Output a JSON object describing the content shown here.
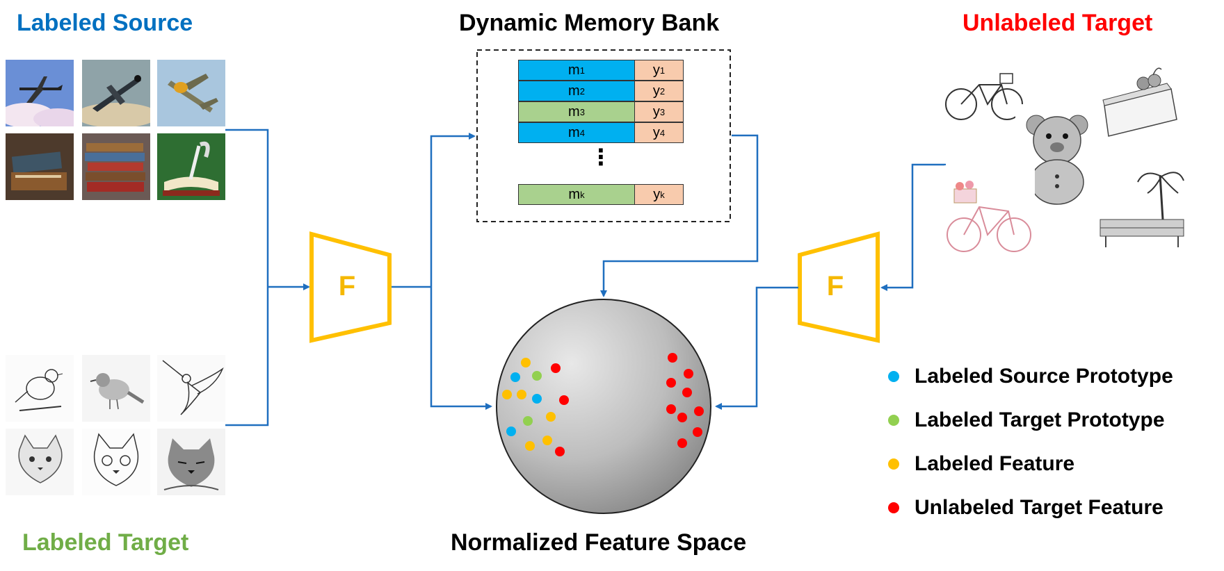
{
  "titles": {
    "labeled_source": "Labeled Source",
    "labeled_target": "Labeled Target",
    "memory_bank": "Dynamic Memory Bank",
    "unlabeled_target": "Unlabeled Target",
    "feature_space": "Normalized Feature Space"
  },
  "encoder_label": "F",
  "memory_bank": {
    "rows": [
      {
        "m": "m",
        "m_sub": "1",
        "y": "y",
        "y_sub": "1",
        "color": "#00b0f0"
      },
      {
        "m": "m",
        "m_sub": "2",
        "y": "y",
        "y_sub": "2",
        "color": "#00b0f0"
      },
      {
        "m": "m",
        "m_sub": "3",
        "y": "y",
        "y_sub": "3",
        "color": "#a9d18e"
      },
      {
        "m": "m",
        "m_sub": "4",
        "y": "y",
        "y_sub": "4",
        "color": "#00b0f0"
      },
      {
        "m": "m",
        "m_sub": "k",
        "y": "y",
        "y_sub": "k",
        "color": "#a9d18e"
      }
    ],
    "ellipsis": "⋮"
  },
  "legend": [
    {
      "label": "Labeled Source Prototype",
      "color": "#00b0f0"
    },
    {
      "label": "Labeled Target Prototype",
      "color": "#92d050"
    },
    {
      "label": "Labeled Feature",
      "color": "#ffc000"
    },
    {
      "label": "Unlabeled Target Feature",
      "color": "#ff0000"
    }
  ],
  "colors": {
    "labeled_source": "#0070c0",
    "labeled_target": "#70ad47",
    "unlabeled_target": "#ff0000",
    "arrow": "#1f6fbf",
    "encoder": "#ffc000"
  },
  "thumbnails": {
    "source": [
      "airplane-icon",
      "airplane-icon",
      "airplane-icon",
      "book-icon",
      "book-icon",
      "book-icon"
    ],
    "labeled_target": [
      "bird-sketch-icon",
      "bird-sketch-icon",
      "bird-sketch-icon",
      "cat-sketch-icon",
      "cat-sketch-icon",
      "cat-sketch-icon"
    ],
    "unlabeled_target": [
      "bicycle-sketch-icon",
      "teddy-bear-sketch-icon",
      "cake-sketch-icon",
      "bicycle-sketch-icon",
      "beach-sketch-icon"
    ]
  }
}
